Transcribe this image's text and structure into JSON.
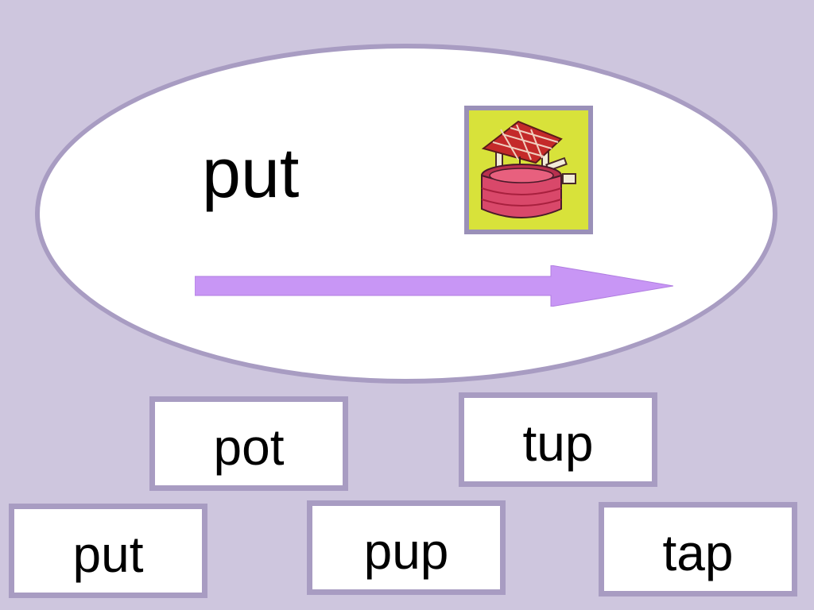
{
  "lesson": {
    "target_word": "put",
    "picture_icon": "wishing-well-icon",
    "arrow_icon": "arrow-right-icon"
  },
  "choices": [
    {
      "label": "pot"
    },
    {
      "label": "tup"
    },
    {
      "label": "put"
    },
    {
      "label": "pup"
    },
    {
      "label": "tap"
    }
  ],
  "colors": {
    "background": "#cec6de",
    "oval_border": "#a89cc2",
    "arrow": "#c896f5",
    "picture_bg": "#d8e23a",
    "roof": "#c42a2a",
    "well_body": "#d9486a"
  }
}
